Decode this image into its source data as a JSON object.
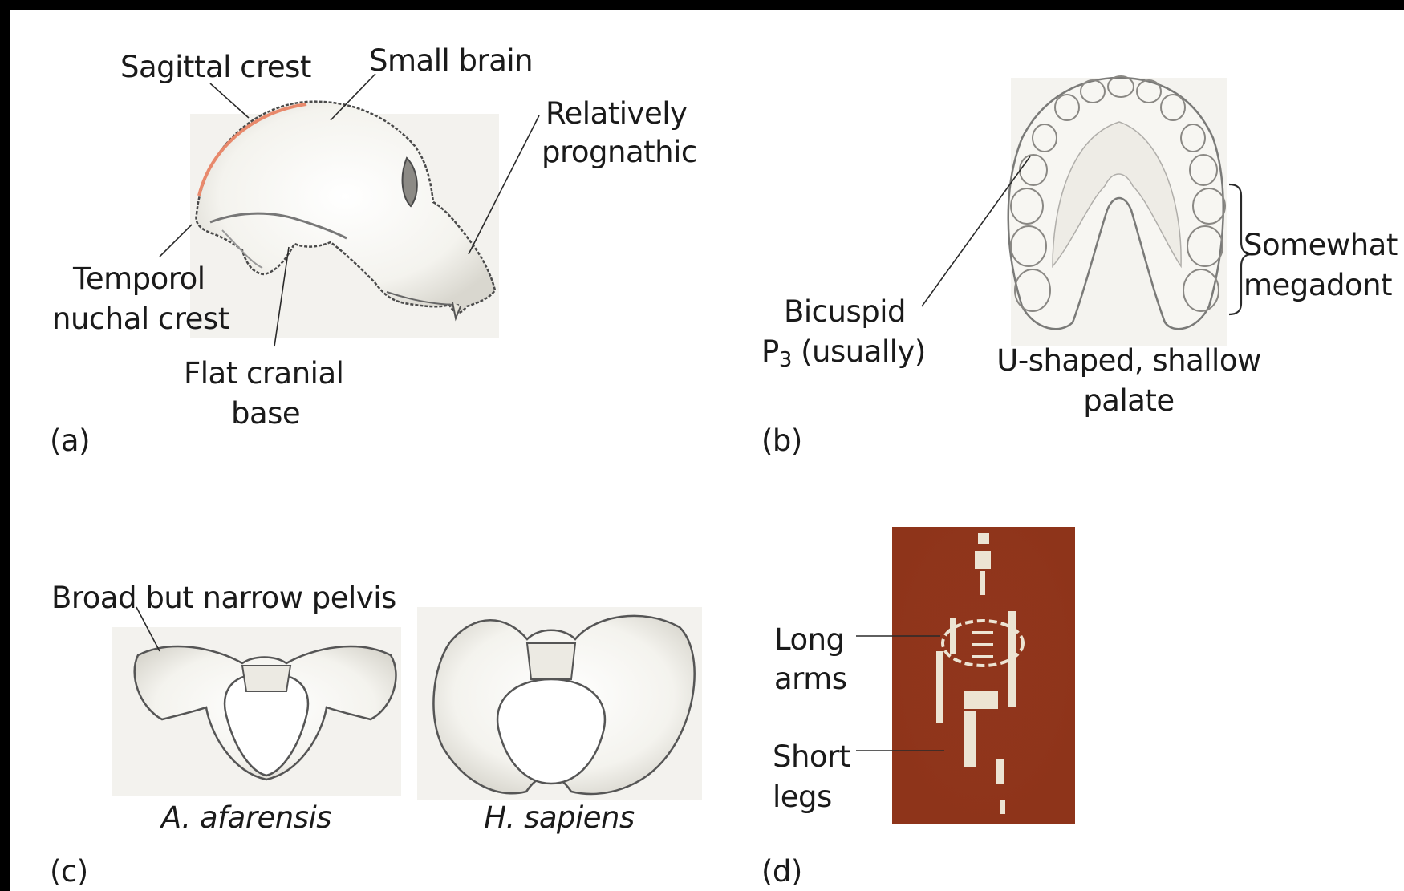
{
  "panels": {
    "a": {
      "letter": "(a)",
      "labels": {
        "sagittal_crest": "Sagittal crest",
        "small_brain": "Small brain",
        "relatively": "Relatively",
        "prognathic": "prognathic",
        "temporol": "Temporol",
        "nuchal_crest": "nuchal crest",
        "flat_cranial": "Flat cranial",
        "base": "base"
      }
    },
    "b": {
      "letter": "(b)",
      "labels": {
        "bicuspid": "Bicuspid",
        "p": "P",
        "p_sub": "3",
        "usually": " (usually)",
        "somewhat": "Somewhat",
        "megadont": "megadont",
        "u_shaped": "U-shaped, shallow",
        "palate": "palate"
      }
    },
    "c": {
      "letter": "(c)",
      "labels": {
        "broad_pelvis": "Broad but narrow pelvis",
        "afarensis": "A. afarensis",
        "sapiens": "H. sapiens"
      }
    },
    "d": {
      "letter": "(d)",
      "labels": {
        "long": "Long",
        "arms": "arms",
        "short": "Short",
        "legs": "legs"
      }
    }
  },
  "colors": {
    "background": "#ffffff",
    "frame": "#000000",
    "sagittal_highlight": "#e8896c",
    "photo_background": "#8a2b10",
    "bone": "#f2eedd"
  }
}
